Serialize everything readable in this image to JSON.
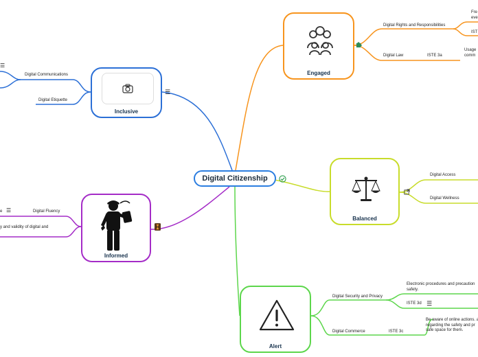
{
  "central": {
    "label": "Digital Citizenship"
  },
  "engaged": {
    "title": "Engaged",
    "branches": {
      "rights": "Digital Rights and Responsibilities",
      "rights_sub1": "Fre\neve",
      "rights_sub2": "IST",
      "law": "Digital Law",
      "law_iste": "ISTE 3a",
      "law_desc": "Usage\ncomm"
    }
  },
  "balanced": {
    "title": "Balanced",
    "branches": {
      "access": "Digital Access",
      "wellness": "Digital Wellness"
    }
  },
  "alert": {
    "title": "Alert",
    "branches": {
      "security": "Digital Security and Privacy",
      "security_desc": "Electronic procedures and precaution\nsafety.",
      "security_iste": "ISTE 3d",
      "commerce": "Digital Commerce",
      "commerce_iste": "ISTE 3c",
      "commerce_desc": "Be aware of online actions. a\nregarding the safety and pr\nsafe space for them."
    }
  },
  "inclusive": {
    "title": "Inclusive",
    "branches": {
      "communications": "Digital Communications",
      "etiquette": "Digital Etiquette"
    }
  },
  "informed": {
    "title": "Informed",
    "branches": {
      "fluency": "Digital Fluency",
      "fluency_desc": "y and validity of digital and",
      "fluency_edge": "e"
    }
  },
  "icons": [
    "check-circle-icon",
    "notes-icon",
    "camera-icon",
    "link-icon",
    "puzzle-icon",
    "hourglass-icon"
  ],
  "colors": {
    "central": "#2b7de0",
    "engaged": "#f7941d",
    "balanced": "#c8dc2a",
    "alert": "#5cd64b",
    "inclusive": "#2b6fd6",
    "informed": "#a42bc7"
  }
}
